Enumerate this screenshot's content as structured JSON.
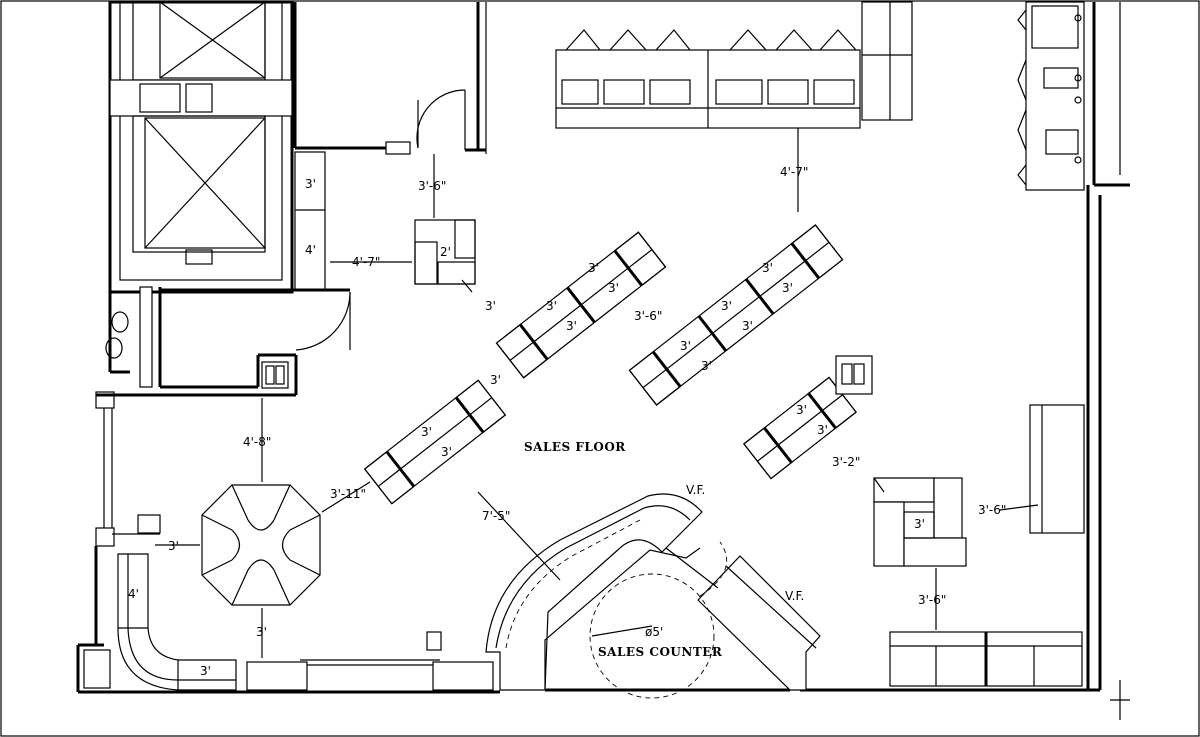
{
  "labels": {
    "sales_floor": "SALES FLOOR",
    "sales_counter": "SALES COUNTER",
    "vf_top": "V.F.",
    "vf_right": "V.F.",
    "diameter": "ø5'"
  },
  "dimensions": {
    "d_3_6_door": "3'-6\"",
    "d_3_wall": "3'",
    "d_4_wall": "4'",
    "d_4_7_left": "4'-7\"",
    "d_2": "2'",
    "d_4_7_top": "4'-7\"",
    "d_3_a": "3'",
    "d_3_b": "3'",
    "d_3_c": "3'",
    "d_3_d": "3'",
    "d_3_6_mid": "3'-6\"",
    "d_3_e": "3'",
    "d_3_f": "3'",
    "d_3_g": "3'",
    "d_3_h": "3'",
    "d_3_i": "3'",
    "d_3_j": "3'",
    "d_3_k": "3'",
    "d_3_aisle": "3'",
    "d_3_table_a": "3'",
    "d_3_table_b": "3'",
    "d_3_l": "3'",
    "d_3_m": "3'",
    "d_3_2": "3'-2\"",
    "d_4_8": "4'-8\"",
    "d_3_11": "3'-11\"",
    "d_3_n": "3'",
    "d_7_5": "7'-5\"",
    "d_3_6_right": "3'-6\"",
    "d_3_o": "3'",
    "d_3_6_bottom": "3'-6\"",
    "d_4_left": "4'",
    "d_3_p": "3'",
    "d_3_q": "3'"
  }
}
